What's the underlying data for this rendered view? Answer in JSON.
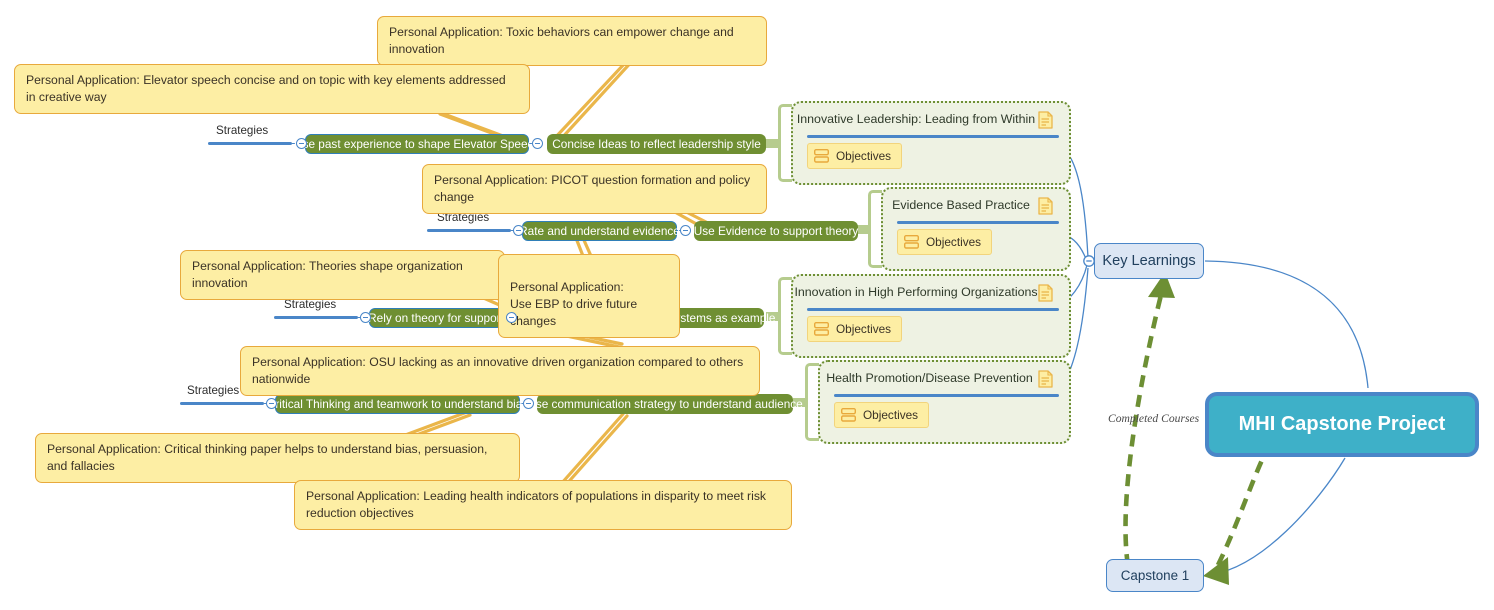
{
  "central": {
    "label": "MHI Capstone Project"
  },
  "hub": {
    "label": "Key Learnings"
  },
  "capstone": {
    "label": "Capstone 1"
  },
  "relationship": {
    "label": "Completed Courses"
  },
  "strategy_label": "Strategies",
  "objectives_label": "Objectives",
  "icons": {
    "document": "document-icon",
    "objectives": "objectives-icon",
    "collapse": "collapse-icon"
  },
  "colors": {
    "green_pill": "#6f8f32",
    "blue_accent": "#4a86c8",
    "note_fill": "#fdeea4",
    "note_border": "#e8a93c",
    "course_fill": "#eef2e3",
    "course_border": "#6d8f34",
    "central_fill": "#3eb0c8",
    "dash_arrow": "#6d8f34"
  },
  "branches": [
    {
      "strategy": "Strategies",
      "node_a": "Use past experience to shape Elevator Speech",
      "node_b": "Concise Ideas to reflect  leadership style"
    },
    {
      "strategy": "Strategies",
      "node_a": "Rate and understand evidence",
      "node_b": "Use Evidence to support theory"
    },
    {
      "strategy": "Strategies",
      "node_a": "Rely on theory for support",
      "node_b": "Utilize innovation organization systems as example"
    },
    {
      "strategy": "Strategies",
      "node_a": "Critical Thinking and teamwork to understand bias",
      "node_b": "Use communication strategy to understand audience"
    }
  ],
  "notes": [
    {
      "text": "Personal Application: Toxic behaviors can empower change and innovation"
    },
    {
      "text": "Personal Application: Elevator speech concise and on topic with key elements addressed in creative way"
    },
    {
      "text": "Personal Application: PICOT question formation and policy change"
    },
    {
      "text": "Personal Application: Theories shape organization innovation"
    },
    {
      "text": "Personal Application:\nUse EBP to drive future changes"
    },
    {
      "text": "Personal Application: OSU lacking as an innovative driven organization compared to others nationwide"
    },
    {
      "text": "Personal Application: Critical thinking paper helps to understand bias, persuasion, and fallacies"
    },
    {
      "text": "Personal Application: Leading health indicators of populations in disparity to meet risk reduction objectives"
    }
  ],
  "courses": [
    {
      "title": "Innovative Leadership: Leading from Within",
      "objectives": "Objectives"
    },
    {
      "title": "Evidence Based Practice",
      "objectives": "Objectives"
    },
    {
      "title": "Innovation in High Performing Organizations",
      "objectives": "Objectives"
    },
    {
      "title": "Health Promotion/Disease Prevention",
      "objectives": "Objectives"
    }
  ]
}
